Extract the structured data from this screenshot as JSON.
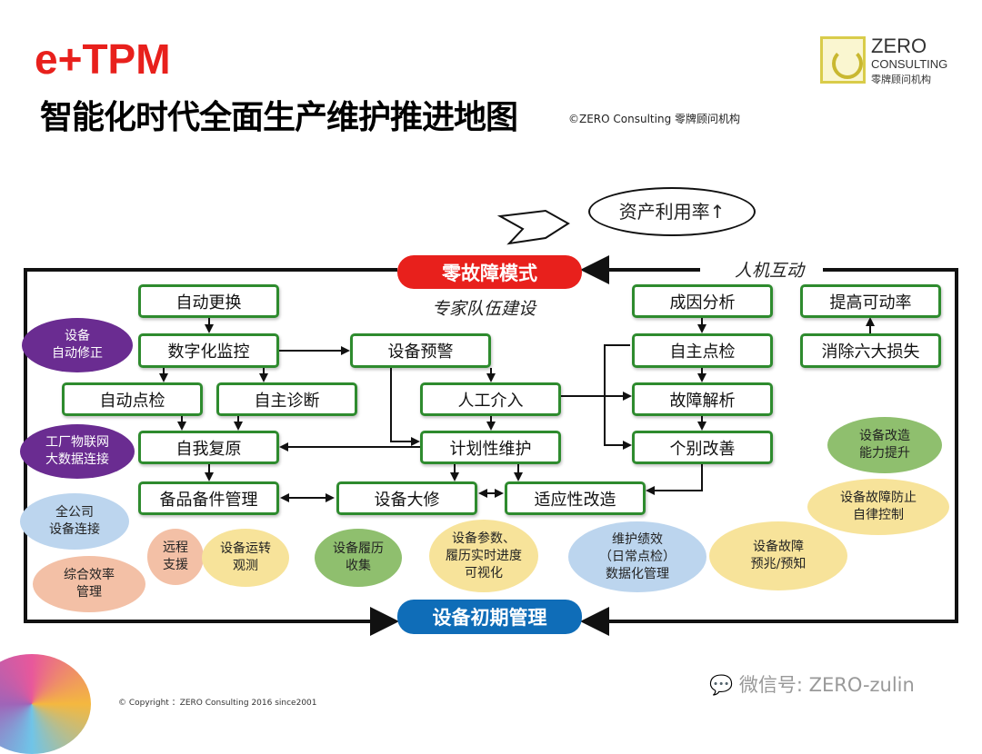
{
  "header": {
    "brand": "e+TPM",
    "title": "智能化时代全面生产维护推进地图",
    "copyright_inline": "©ZERO Consulting  零牌顾问机构"
  },
  "logo": {
    "line1": "ZERO",
    "line2": "CONSULTING",
    "line3": "零牌顾问机构"
  },
  "callout": {
    "goal": "资产利用率↑"
  },
  "pills": {
    "top": "零故障模式",
    "bottom": "设备初期管理"
  },
  "labels": {
    "human_machine": "人机互动",
    "expert_team": "专家队伍建设"
  },
  "boxes": [
    "自动更换",
    "数字化监控",
    "设备预警",
    "自动点检",
    "自主诊断",
    "人工介入",
    "自我复原",
    "计划性维护",
    "备品备件管理",
    "设备大修",
    "适应性改造",
    "成因分析",
    "自主点检",
    "故障解析",
    "个别改善",
    "提高可动率",
    "消除六大损失"
  ],
  "ellipses": [
    "设备\n自动修正",
    "工厂物联网\n大数据连接",
    "设备改造\n能力提升",
    "设备故障防止\n自律控制",
    "全公司\n设备连接",
    "综合效率\n管理",
    "远程\n支援",
    "设备运转\n观测",
    "设备履历\n收集",
    "设备参数、\n履历实时进度\n可视化",
    "维护绩效\n（日常点检）\n数据化管理",
    "设备故障\n预兆/预知"
  ],
  "colors": {
    "red": "#e8201c",
    "blue": "#0f6db8",
    "green_border": "#2e8b2e",
    "purple": "#6a2c91",
    "yellow": "#f7e39a",
    "lightgreen": "#8fbf6e",
    "lightblue": "#bcd5ee",
    "salmon": "#f3c0a6"
  },
  "footer": {
    "copyright": "© Copyright ：ZERO Consulting 2016 since2001",
    "wechat": "微信号: ZERO-zulin"
  }
}
